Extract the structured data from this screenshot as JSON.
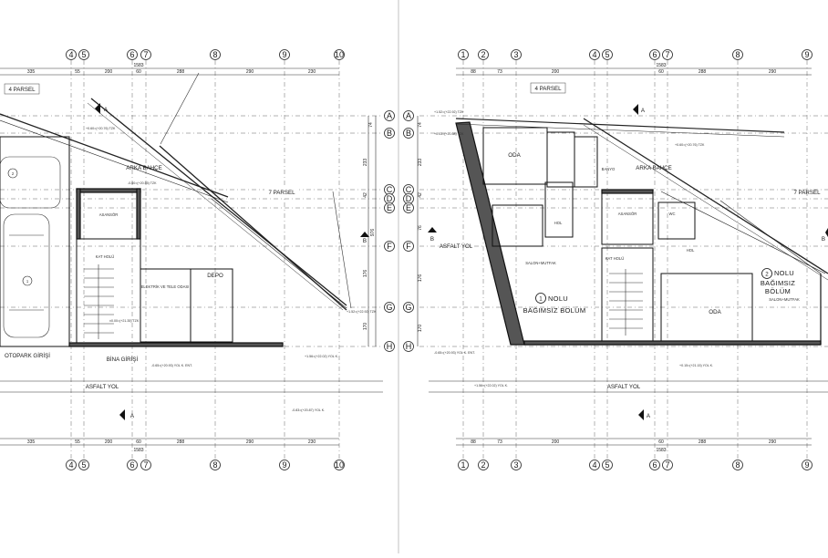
{
  "grid": {
    "left_cols": [
      "4",
      "5",
      "6",
      "7",
      "8",
      "9",
      "10"
    ],
    "right_cols": [
      "1",
      "2",
      "3",
      "4",
      "5",
      "6",
      "7",
      "8",
      "9"
    ],
    "left_rows": [
      "A",
      "B",
      "C",
      "D",
      "E",
      "F",
      "G",
      "H"
    ],
    "right_rows": [
      "A",
      "B",
      "C",
      "D",
      "E",
      "F",
      "G",
      "H"
    ],
    "section_marks": [
      "A",
      "A",
      "B",
      "A",
      "A",
      "B",
      "B"
    ],
    "right_row_dims": [
      "74",
      "233",
      "42",
      "76",
      "176",
      "170"
    ],
    "left_row_dims": [
      "74",
      "233",
      "42",
      "176",
      "170"
    ],
    "total_vertical": "976"
  },
  "dims_left_top": [
    "335",
    "55",
    "200",
    "60",
    "288",
    "290",
    "230"
  ],
  "dims_left_bottom": [
    "335",
    "55",
    "200",
    "60",
    "288",
    "290",
    "230"
  ],
  "dims_left_total": "1583",
  "dims_right_top": [
    "88",
    "73",
    "200",
    "60",
    "288",
    "290"
  ],
  "dims_right_bottom": [
    "88",
    "73",
    "200",
    "60",
    "288",
    "290"
  ],
  "dims_right_total": "1583",
  "labels_left": {
    "parcel_4": "4 PARSEL",
    "parcel_7": "7 PARSEL",
    "back_garden": "ARKA BAHÇE",
    "elevator": "ASANSÖR",
    "stair_hall": "KAT HOLÜ",
    "electric_room": "ELEKTRİK VE TELE ODASI",
    "storage": "DEPO",
    "building_entry": "BİNA GİRİŞİ",
    "parking_entry": "OTOPARK GİRİŞİ",
    "road": "ASFALT YOL",
    "parking_1": "1",
    "parking_2": "2"
  },
  "labels_right": {
    "parcel_4": "4 PARSEL",
    "parcel_7": "7 PARSEL",
    "back_garden": "ARKA BAHÇE",
    "bedroom": "ODA",
    "bath": "BANYO",
    "wc": "WC",
    "hall": "HOL",
    "living_kitchen": "SALON+MUTFAK",
    "elevator": "ASANSÖR",
    "stair_hall": "KAT HOLÜ",
    "unit_1_num": "1",
    "unit_1": "NOLU",
    "unit_1_b": "BAĞIMSIZ BÖLÜM",
    "unit_2_num": "2",
    "unit_2": "NOLU",
    "unit_2_b": "BAĞIMSIZ",
    "unit_2_c": "BÖLÜM",
    "bedroom_2": "ODA",
    "living_kitchen_2": "SALON+MUTFAK",
    "road": "ASFALT YOL"
  },
  "levels": {
    "l1": "+0.60=(+20.76) TZK",
    "l2": "-0.60=(+20.55) TZK",
    "l3": "±0.00=(+21.35) TZK",
    "l4": "-0.65=(+20.93) YOL K. ENT.",
    "l5": "-0.83=(+20.87) YOL K.",
    "l6": "+1.52=(+22.92) TZK",
    "l7": "+1.56=(+22.02) YOL K.",
    "l8": "+0.03=(+20.58) TZK",
    "l9": "+0.15=(+21.15) YOL K."
  }
}
